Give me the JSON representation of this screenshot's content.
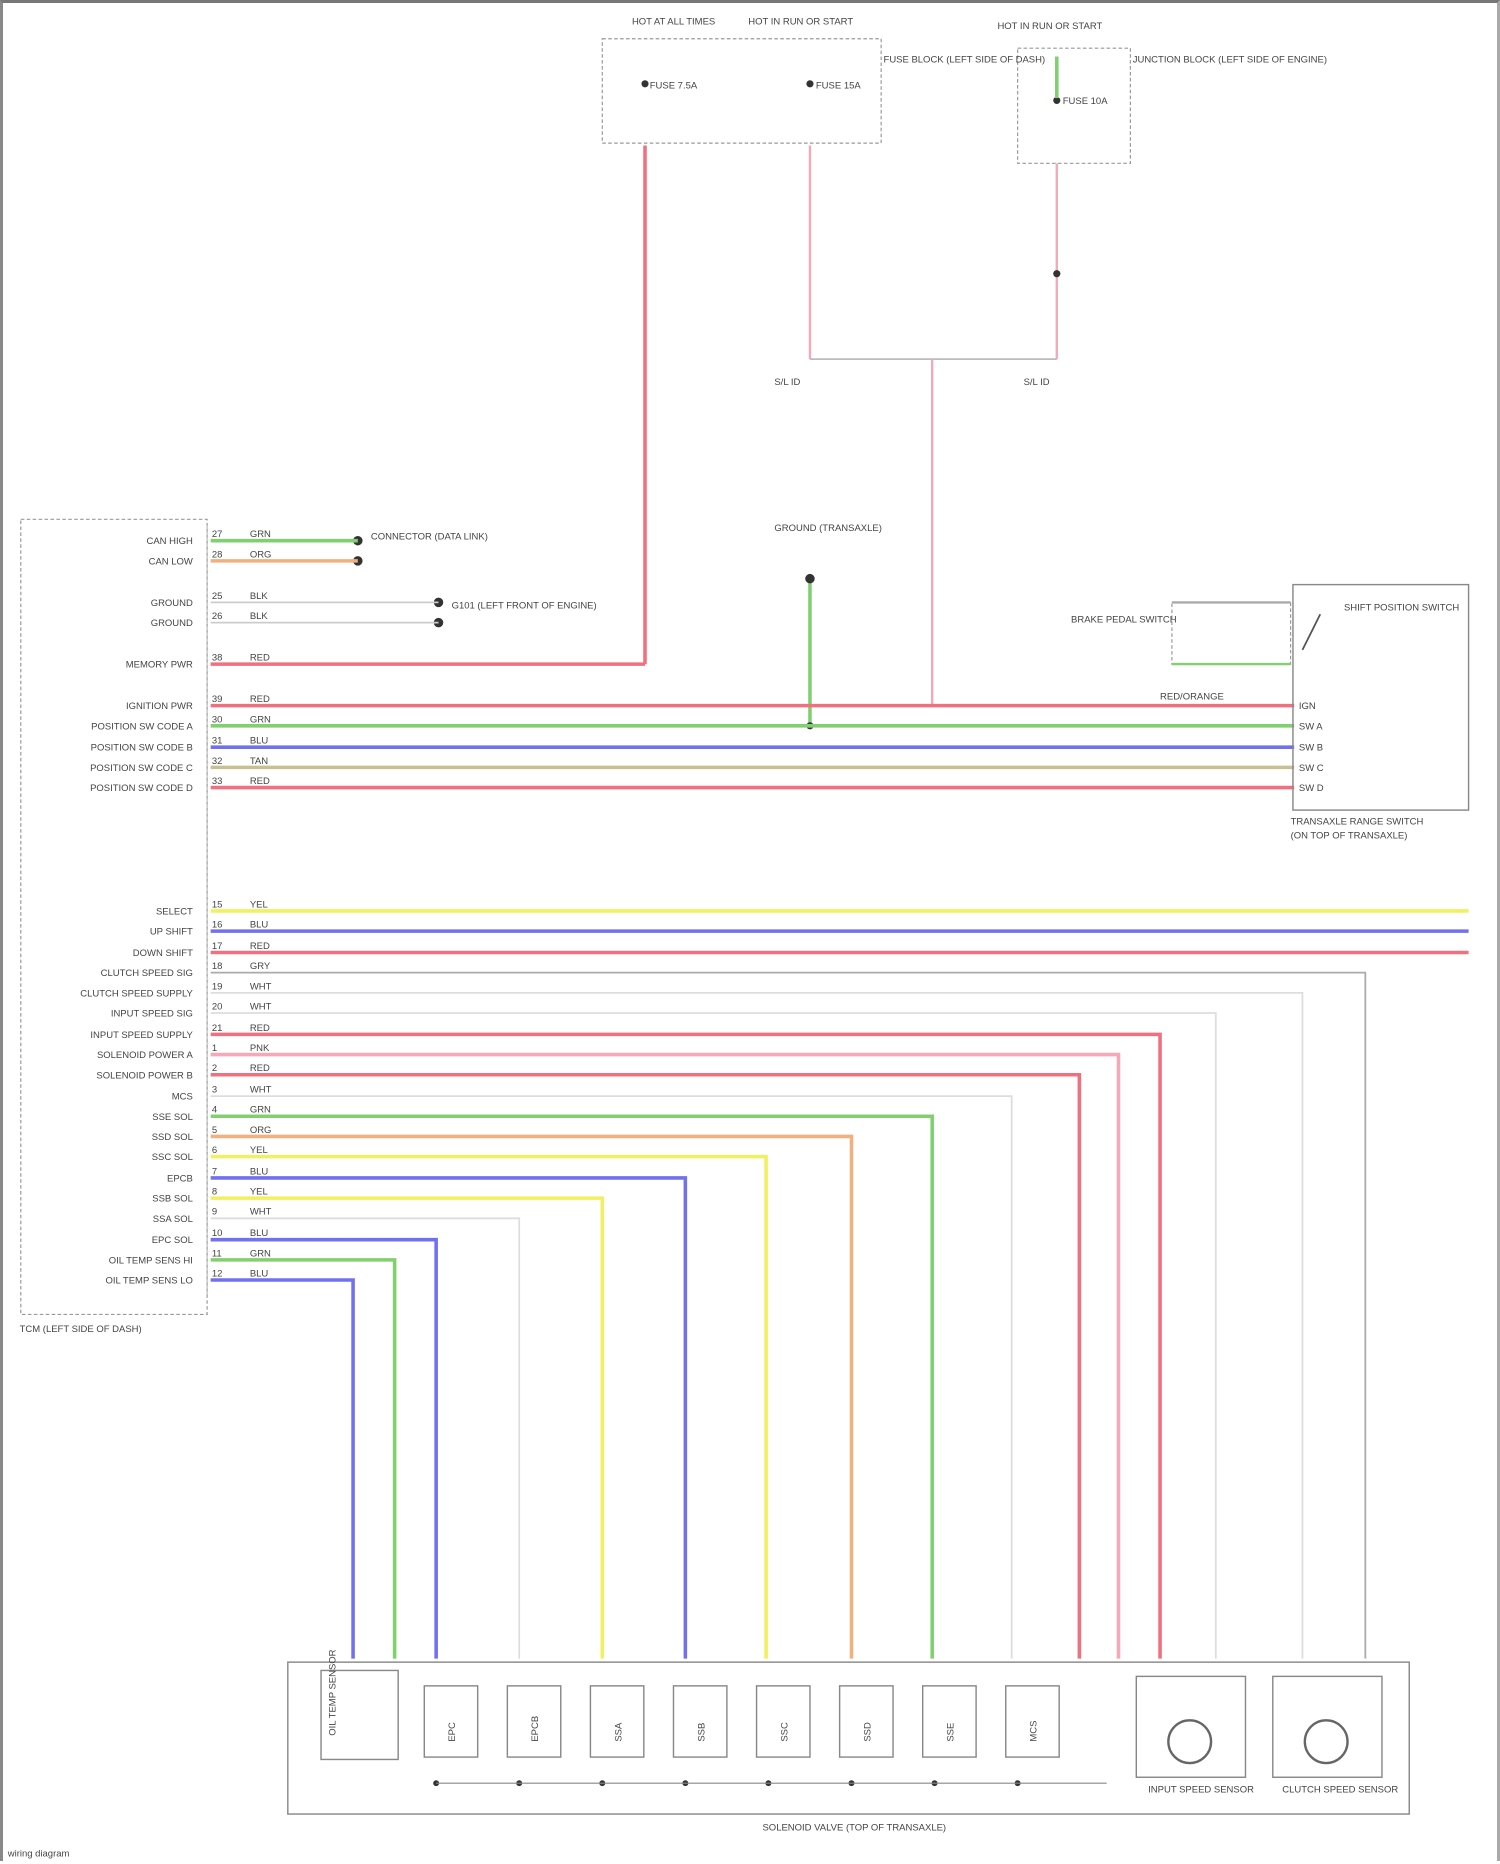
{
  "colors": {
    "RED": "#f07080",
    "GRN": "#80d070",
    "BLU": "#7070f0",
    "YEL": "#f0f060",
    "ORG": "#f0b080",
    "TAN": "#c8c090",
    "WHT": "#dddddd",
    "GRY": "#aaaaaa",
    "PNK": "#f4a8b8",
    "BLK": "#333333"
  },
  "top": {
    "fuse1_title": "HOT AT ALL TIMES",
    "fuse1_label": "FUSE 7.5A",
    "fuse2_title": "HOT IN RUN OR START",
    "fuse2_label": "FUSE 15A",
    "fuse_box_note": "FUSE BLOCK (LEFT SIDE OF DASH)",
    "fuse3_title": "HOT IN RUN OR START",
    "fuse3_label": "FUSE 10A",
    "fuse3_note": "JUNCTION BLOCK (LEFT SIDE OF ENGINE)",
    "splice_left": "S/L ID",
    "splice_right": "S/L ID"
  },
  "tcm": {
    "title": "TCM (LEFT SIDE OF DASH)",
    "rows_top": [
      {
        "label": "CAN HIGH",
        "pin": "27",
        "wire": "GRN"
      },
      {
        "label": "CAN LOW",
        "pin": "28",
        "wire": "ORG"
      },
      {
        "label": "GROUND",
        "pin": "25",
        "wire": "BLK"
      },
      {
        "label": "GROUND",
        "pin": "26",
        "wire": "BLK"
      },
      {
        "label": "MEMORY PWR",
        "pin": "38",
        "wire": "RED"
      },
      {
        "label": "IGNITION PWR",
        "pin": "39",
        "wire": "RED"
      },
      {
        "label": "POSITION SW CODE A",
        "pin": "30",
        "wire": "GRN"
      },
      {
        "label": "POSITION SW CODE B",
        "pin": "31",
        "wire": "BLU"
      },
      {
        "label": "POSITION SW CODE C",
        "pin": "32",
        "wire": "TAN"
      },
      {
        "label": "POSITION SW CODE D",
        "pin": "33",
        "wire": "RED"
      }
    ],
    "rows_bottom": [
      {
        "label": "SELECT",
        "pin": "15",
        "wire": "YEL"
      },
      {
        "label": "UP SHIFT",
        "pin": "16",
        "wire": "BLU"
      },
      {
        "label": "DOWN SHIFT",
        "pin": "17",
        "wire": "RED"
      },
      {
        "label": "CLUTCH SPEED SIG",
        "pin": "18",
        "wire": "GRY"
      },
      {
        "label": "CLUTCH SPEED SUPPLY",
        "pin": "19",
        "wire": "WHT"
      },
      {
        "label": "INPUT SPEED SIG",
        "pin": "20",
        "wire": "WHT"
      },
      {
        "label": "INPUT SPEED SUPPLY",
        "pin": "21",
        "wire": "RED"
      },
      {
        "label": "SOLENOID POWER A",
        "pin": "1",
        "wire": "PNK"
      },
      {
        "label": "SOLENOID POWER B",
        "pin": "2",
        "wire": "RED"
      },
      {
        "label": "MCS",
        "pin": "3",
        "wire": "WHT"
      },
      {
        "label": "SSE SOL",
        "pin": "4",
        "wire": "GRN"
      },
      {
        "label": "SSD SOL",
        "pin": "5",
        "wire": "ORG"
      },
      {
        "label": "SSC SOL",
        "pin": "6",
        "wire": "YEL"
      },
      {
        "label": "EPCB",
        "pin": "7",
        "wire": "BLU"
      },
      {
        "label": "SSB SOL",
        "pin": "8",
        "wire": "YEL"
      },
      {
        "label": "SSA SOL",
        "pin": "9",
        "wire": "WHT"
      },
      {
        "label": "EPC SOL",
        "pin": "10",
        "wire": "BLU"
      },
      {
        "label": "OIL TEMP SENS HI",
        "pin": "11",
        "wire": "GRN"
      },
      {
        "label": "OIL TEMP SENS LO",
        "pin": "12",
        "wire": "BLU"
      }
    ]
  },
  "canbus_note": "CONNECTOR (DATA LINK)",
  "ground_note": "G101 (LEFT FRONT OF ENGINE)",
  "transaxle_ground": "GROUND (TRANSAXLE)",
  "switch": {
    "title": "TRANSAXLE RANGE SWITCH",
    "note": "(ON TOP OF TRANSAXLE)",
    "pins": [
      "IGN",
      "SW A",
      "SW B",
      "SW C",
      "SW D"
    ],
    "side_label": "SHIFT POSITION SWITCH",
    "brake_label": "BRAKE PEDAL SWITCH",
    "pwr_label": "RED/ORANGE"
  },
  "bottom": {
    "title": "SOLENOID VALVE (TOP OF TRANSAXLE)",
    "tcs": "OIL TEMP SENSOR",
    "solenoids": [
      "EPC",
      "EPCB",
      "SSA",
      "SSB",
      "SSC",
      "SSD",
      "SSE",
      "MCS"
    ],
    "sensor1": "INPUT SPEED SENSOR",
    "sensor2": "CLUTCH SPEED SENSOR"
  },
  "footer": "wiring diagram"
}
